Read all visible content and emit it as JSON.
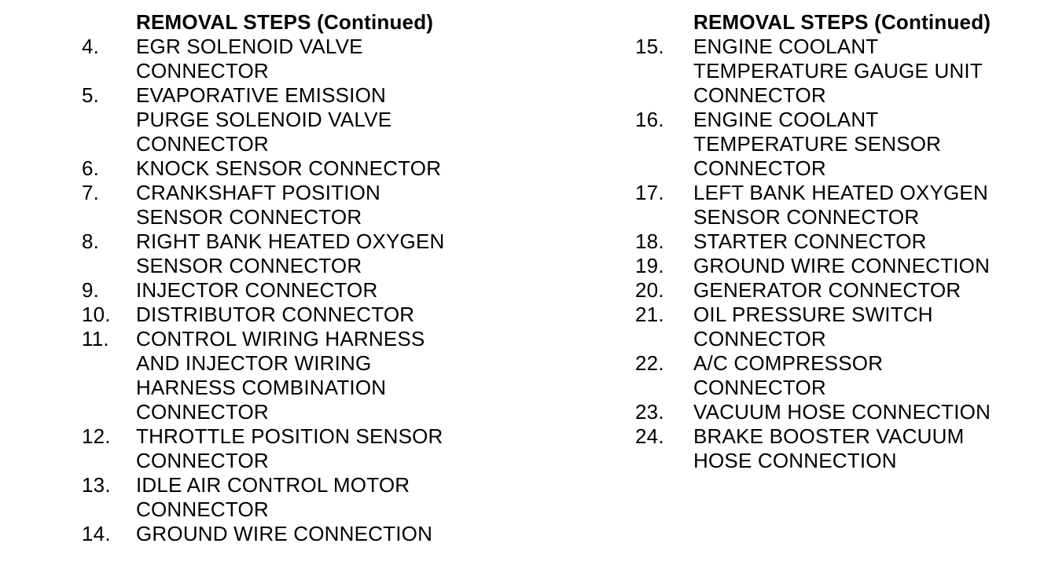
{
  "page": {
    "background_color": "#ffffff",
    "text_color": "#000000"
  },
  "columns": [
    {
      "header": "REMOVAL STEPS (Continued)",
      "items": [
        {
          "num": "4.",
          "text": "EGR SOLENOID VALVE\nCONNECTOR"
        },
        {
          "num": "5.",
          "text": "EVAPORATIVE EMISSION\nPURGE SOLENOID VALVE\nCONNECTOR"
        },
        {
          "num": "6.",
          "text": "KNOCK SENSOR CONNECTOR"
        },
        {
          "num": "7.",
          "text": "CRANKSHAFT POSITION\nSENSOR CONNECTOR"
        },
        {
          "num": "8.",
          "text": "RIGHT BANK HEATED OXYGEN\nSENSOR CONNECTOR"
        },
        {
          "num": "9.",
          "text": "INJECTOR CONNECTOR"
        },
        {
          "num": "10.",
          "text": "DISTRIBUTOR CONNECTOR"
        },
        {
          "num": "11.",
          "text": "CONTROL WIRING HARNESS\nAND INJECTOR WIRING\nHARNESS COMBINATION\nCONNECTOR"
        },
        {
          "num": "12.",
          "text": "THROTTLE POSITION SENSOR\nCONNECTOR"
        },
        {
          "num": "13.",
          "text": "IDLE AIR CONTROL MOTOR\nCONNECTOR"
        },
        {
          "num": "14.",
          "text": "GROUND WIRE CONNECTION"
        }
      ]
    },
    {
      "header": "REMOVAL STEPS (Continued)",
      "items": [
        {
          "num": "15.",
          "text": "ENGINE COOLANT\nTEMPERATURE GAUGE UNIT\nCONNECTOR"
        },
        {
          "num": "16.",
          "text": "ENGINE COOLANT\nTEMPERATURE SENSOR\nCONNECTOR"
        },
        {
          "num": "17.",
          "text": "LEFT BANK HEATED OXYGEN\nSENSOR CONNECTOR"
        },
        {
          "num": "18.",
          "text": "STARTER CONNECTOR"
        },
        {
          "num": "19.",
          "text": "GROUND WIRE CONNECTION"
        },
        {
          "num": "20.",
          "text": "GENERATOR CONNECTOR"
        },
        {
          "num": "21.",
          "text": "OIL PRESSURE SWITCH\nCONNECTOR"
        },
        {
          "num": "22.",
          "text": "A/C COMPRESSOR\nCONNECTOR"
        },
        {
          "num": "23.",
          "text": "VACUUM HOSE CONNECTION"
        },
        {
          "num": "24.",
          "text": "BRAKE BOOSTER VACUUM\nHOSE CONNECTION"
        }
      ]
    }
  ]
}
